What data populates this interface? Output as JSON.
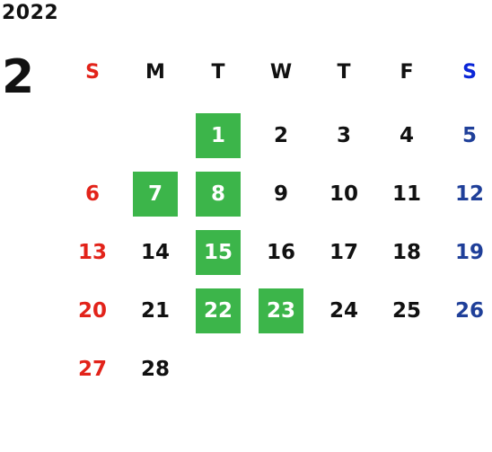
{
  "calendar": {
    "year": "2022",
    "month": "2",
    "weekdays": [
      "S",
      "M",
      "T",
      "W",
      "T",
      "F",
      "S"
    ],
    "weeks": [
      [
        "",
        "",
        "1",
        "2",
        "3",
        "4",
        "5"
      ],
      [
        "6",
        "7",
        "8",
        "9",
        "10",
        "11",
        "12"
      ],
      [
        "13",
        "14",
        "15",
        "16",
        "17",
        "18",
        "19"
      ],
      [
        "20",
        "21",
        "22",
        "23",
        "24",
        "25",
        "26"
      ],
      [
        "27",
        "28",
        "",
        "",
        "",
        "",
        ""
      ]
    ],
    "highlighted_days": [
      "1",
      "7",
      "8",
      "15",
      "22",
      "23"
    ],
    "colors": {
      "sunday": "#e2231a",
      "saturday": "#1f3f99",
      "highlight": "#3cb54a"
    }
  }
}
